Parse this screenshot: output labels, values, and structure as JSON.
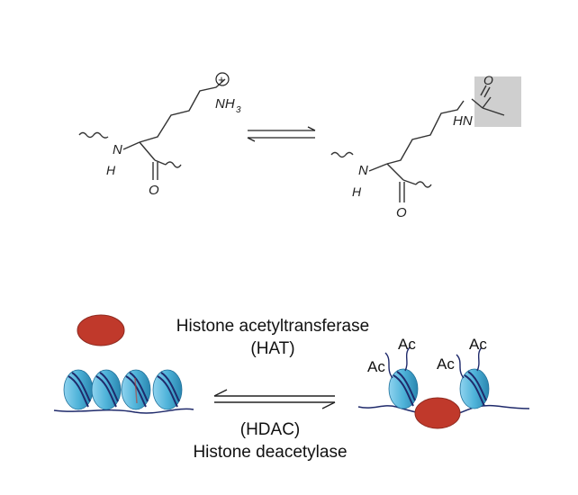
{
  "reaction": {
    "left": {
      "charge": "+",
      "amine": "NH",
      "amine_sub": "3",
      "backbone_n": "N",
      "backbone_h": "H",
      "carbonyl_o": "O"
    },
    "right": {
      "amide": "HN",
      "carbonyl_o_acetyl": "O",
      "backbone_n": "N",
      "backbone_h": "H",
      "carbonyl_o": "O"
    }
  },
  "enzymes": {
    "hat_name": "Histone acetyltransferase",
    "hat_abbr": "(HAT)",
    "hdac_abbr": "(HDAC)",
    "hdac_name": "Histone deacetylase"
  },
  "acetyl_tags": [
    "Ac",
    "Ac",
    "Ac",
    "Ac"
  ],
  "colors": {
    "enzyme": "#c0392b",
    "nucleosome": "#4fb3d9",
    "nucleosome_dark": "#2a86b0",
    "dna": "#1f2a6b",
    "highlight_box": "#cfcfcf"
  }
}
